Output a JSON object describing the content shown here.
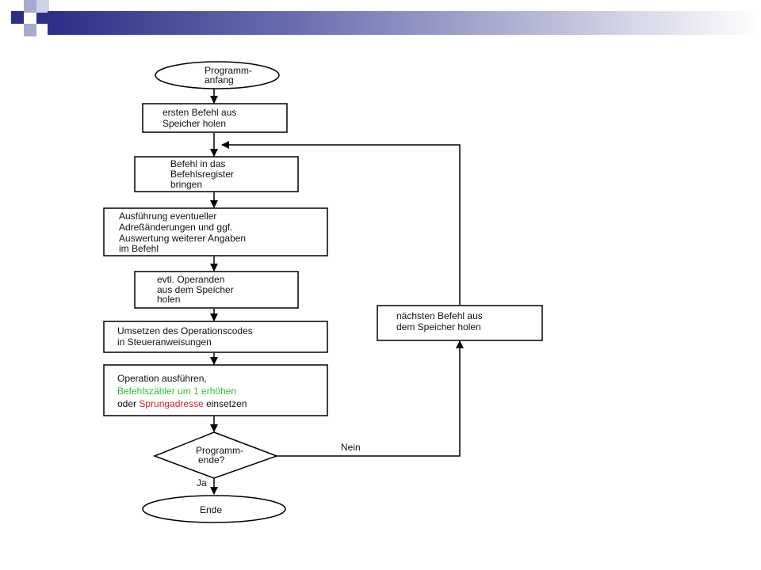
{
  "flowchart": {
    "start": [
      "Programm-",
      "anfang"
    ],
    "step1": [
      "ersten Befehl aus",
      "Speicher holen"
    ],
    "step2": [
      "Befehl in das",
      "Befehlsregister",
      "bringen"
    ],
    "step3": [
      "Ausführung eventueller",
      "Adreßänderungen und ggf.",
      "Auswertung weiterer Angaben",
      "im Befehl"
    ],
    "step4": [
      "evtl. Operanden",
      "aus dem Speicher",
      "holen"
    ],
    "step5": [
      "Umsetzen des Operationscodes",
      "in Steueranweisungen"
    ],
    "step6": {
      "line1": "Operation ausführen,",
      "line2": "Befehlszähler um 1 erhöhen",
      "line3_a": "oder ",
      "line3_b": "Sprungadresse",
      "line3_c": " einsetzen"
    },
    "decision": [
      "Programm-",
      "ende?"
    ],
    "no_label": "Nein",
    "yes_label": "Ja",
    "loop_step": [
      "nächsten Befehl aus",
      "dem Speicher holen"
    ],
    "end": "Ende"
  },
  "colors": {
    "header_dark": "#2b2f86",
    "header_light": "#a8aad0",
    "highlight_green": "#2fbf2f",
    "highlight_red": "#e02020"
  }
}
